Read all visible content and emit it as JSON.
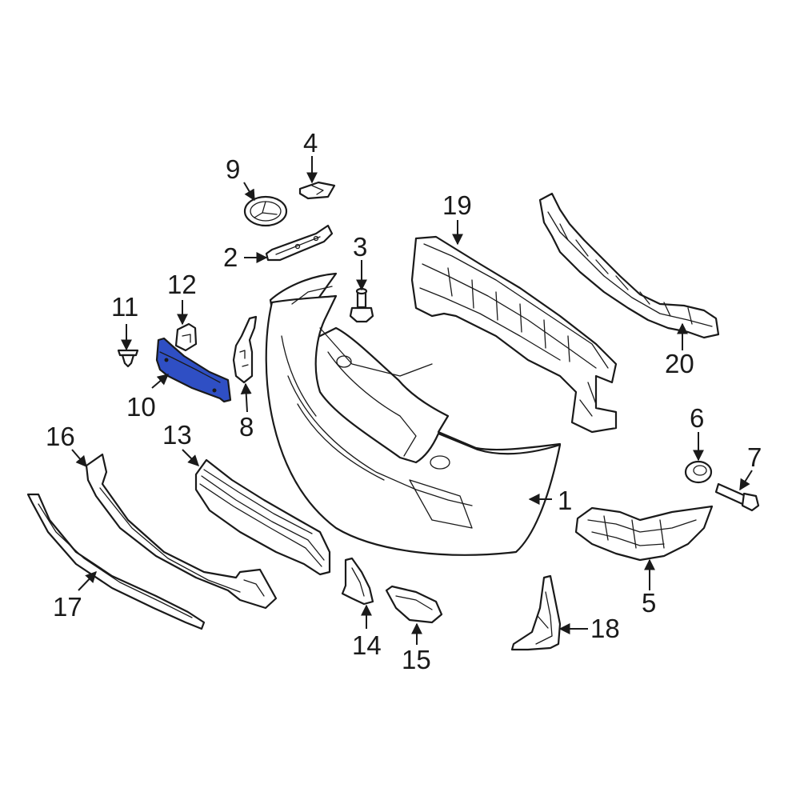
{
  "diagram": {
    "highlight_color": "#2f4fc4",
    "highlighted_part": "10",
    "callouts": {
      "c1": "1",
      "c2": "2",
      "c3": "3",
      "c4": "4",
      "c5": "5",
      "c6": "6",
      "c7": "7",
      "c8": "8",
      "c9": "9",
      "c10": "10",
      "c11": "11",
      "c12": "12",
      "c13": "13",
      "c14": "14",
      "c15": "15",
      "c16": "16",
      "c17": "17",
      "c18": "18",
      "c19": "19",
      "c20": "20"
    }
  }
}
